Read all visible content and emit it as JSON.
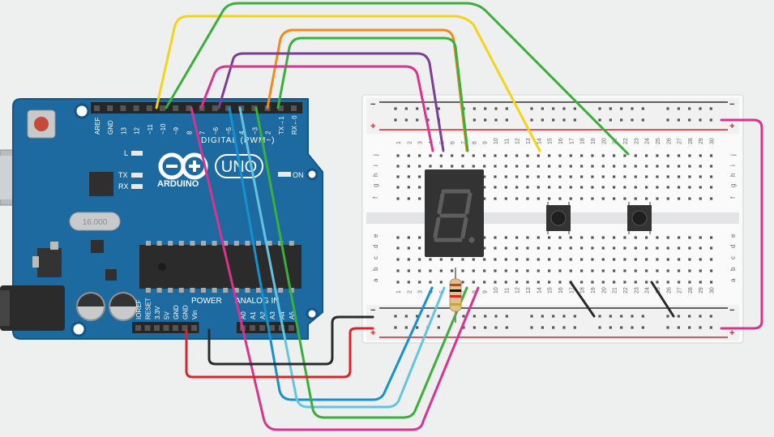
{
  "arduino": {
    "brand": "ARDUINO",
    "model": "UNO",
    "on_label": "ON",
    "l_label": "L",
    "tx_label": "TX",
    "rx_label": "RX",
    "crystal_label": "16.000",
    "digital_header": "DIGITAL (PWM~)",
    "power_header": "POWER",
    "analog_header": "ANALOG IN",
    "digital_pins": [
      "AREF",
      "GND",
      "13",
      "12",
      "~11",
      "~10",
      "~9",
      "8",
      "7",
      "~6",
      "~5",
      "4",
      "~3",
      "2",
      "TX→1",
      "RX←0"
    ],
    "power_pins": [
      "IOREF",
      "RESET",
      "3.3V",
      "5V",
      "GND",
      "GND",
      "Vin"
    ],
    "analog_pins": [
      "A0",
      "A1",
      "A2",
      "A3",
      "A4",
      "A5"
    ]
  },
  "breadboard": {
    "columns": 30,
    "rows_top": [
      "j",
      "i",
      "h",
      "g",
      "f"
    ],
    "rows_bottom": [
      "e",
      "d",
      "c",
      "b",
      "a"
    ],
    "rail_minus": "−",
    "rail_plus": "+"
  },
  "display": {
    "digit": "8."
  },
  "colors": {
    "board": "#1d6aa0",
    "yellow": "#f4d31c",
    "green": "#3aaf3b",
    "orange": "#f28a1b",
    "purple": "#7a3e96",
    "magenta": "#d8338f",
    "blue": "#1690cf",
    "light_blue": "#64c4e0",
    "red": "#d9242a",
    "black": "#2a2a2a"
  }
}
